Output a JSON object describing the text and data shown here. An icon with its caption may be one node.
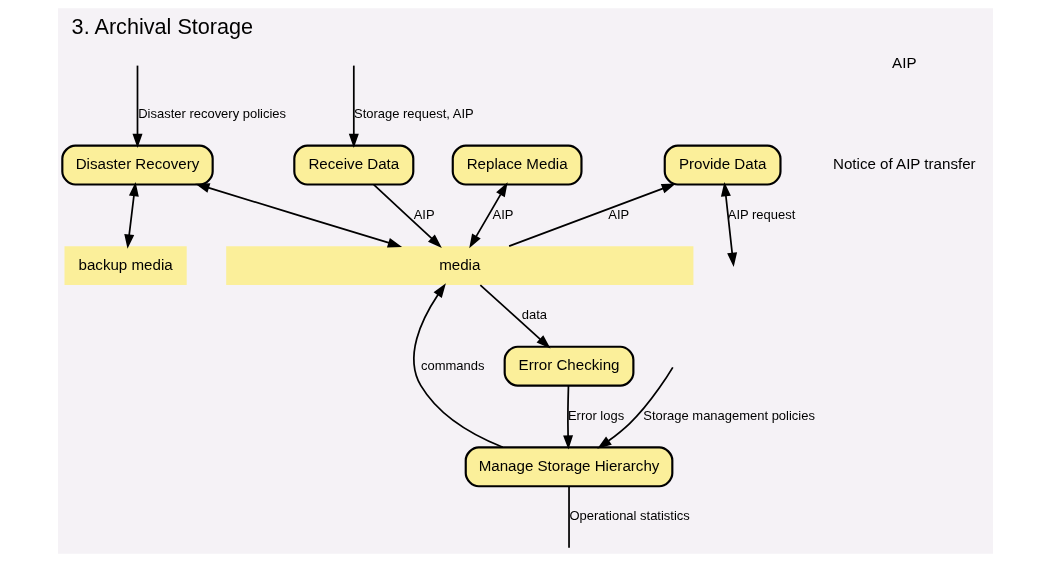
{
  "diagram": {
    "title": "3. Archival Storage",
    "nodes": [
      {
        "text": [
          "Receive Data"
        ]
      },
      {
        "text": [
          "Provide Data"
        ]
      },
      {
        "text": [
          "Manage Storage Hierarchy"
        ]
      },
      {
        "text": [
          "Error Checking"
        ]
      },
      {
        "text": [
          "Replace Media"
        ]
      },
      {
        "text": [
          "Disaster Recovery"
        ]
      },
      {
        "text": [
          "media"
        ]
      },
      {
        "text": [
          "backup media"
        ]
      }
    ],
    "edges": [
      {
        "from": null,
        "to": 0,
        "arrow": "to",
        "label": "Storage request, AIP"
      },
      {
        "from": 1,
        "to": null,
        "arrow": "both",
        "label": "AIP request"
      },
      {
        "from": null,
        "to": 2,
        "arrow": "to",
        "label": "Storage management policies"
      },
      {
        "from": 3,
        "to": 2,
        "arrow": "to",
        "label": "Error logs"
      },
      {
        "from": 2,
        "to": null,
        "arrow": "none",
        "label": "Operational statistics"
      },
      {
        "from": 2,
        "to": 6,
        "arrow": "to",
        "label": "commands"
      },
      {
        "from": 4,
        "to": 6,
        "arrow": "both",
        "label": "AIP"
      },
      {
        "from": 0,
        "to": 6,
        "arrow": "to",
        "label": "AIP"
      },
      {
        "from": 6,
        "to": 1,
        "arrow": "to",
        "label": "AIP"
      },
      {
        "from": 6,
        "to": 3,
        "arrow": "to",
        "label": "data"
      },
      {
        "from": null,
        "to": 5,
        "arrow": "to",
        "label": "Disaster recovery policies"
      },
      {
        "from": 5,
        "to": 6,
        "arrow": "both"
      },
      {
        "from": 5,
        "to": 7,
        "arrow": "both"
      }
    ],
    "labels": [
      "AIP",
      "Notice of AIP transfer"
    ]
  }
}
